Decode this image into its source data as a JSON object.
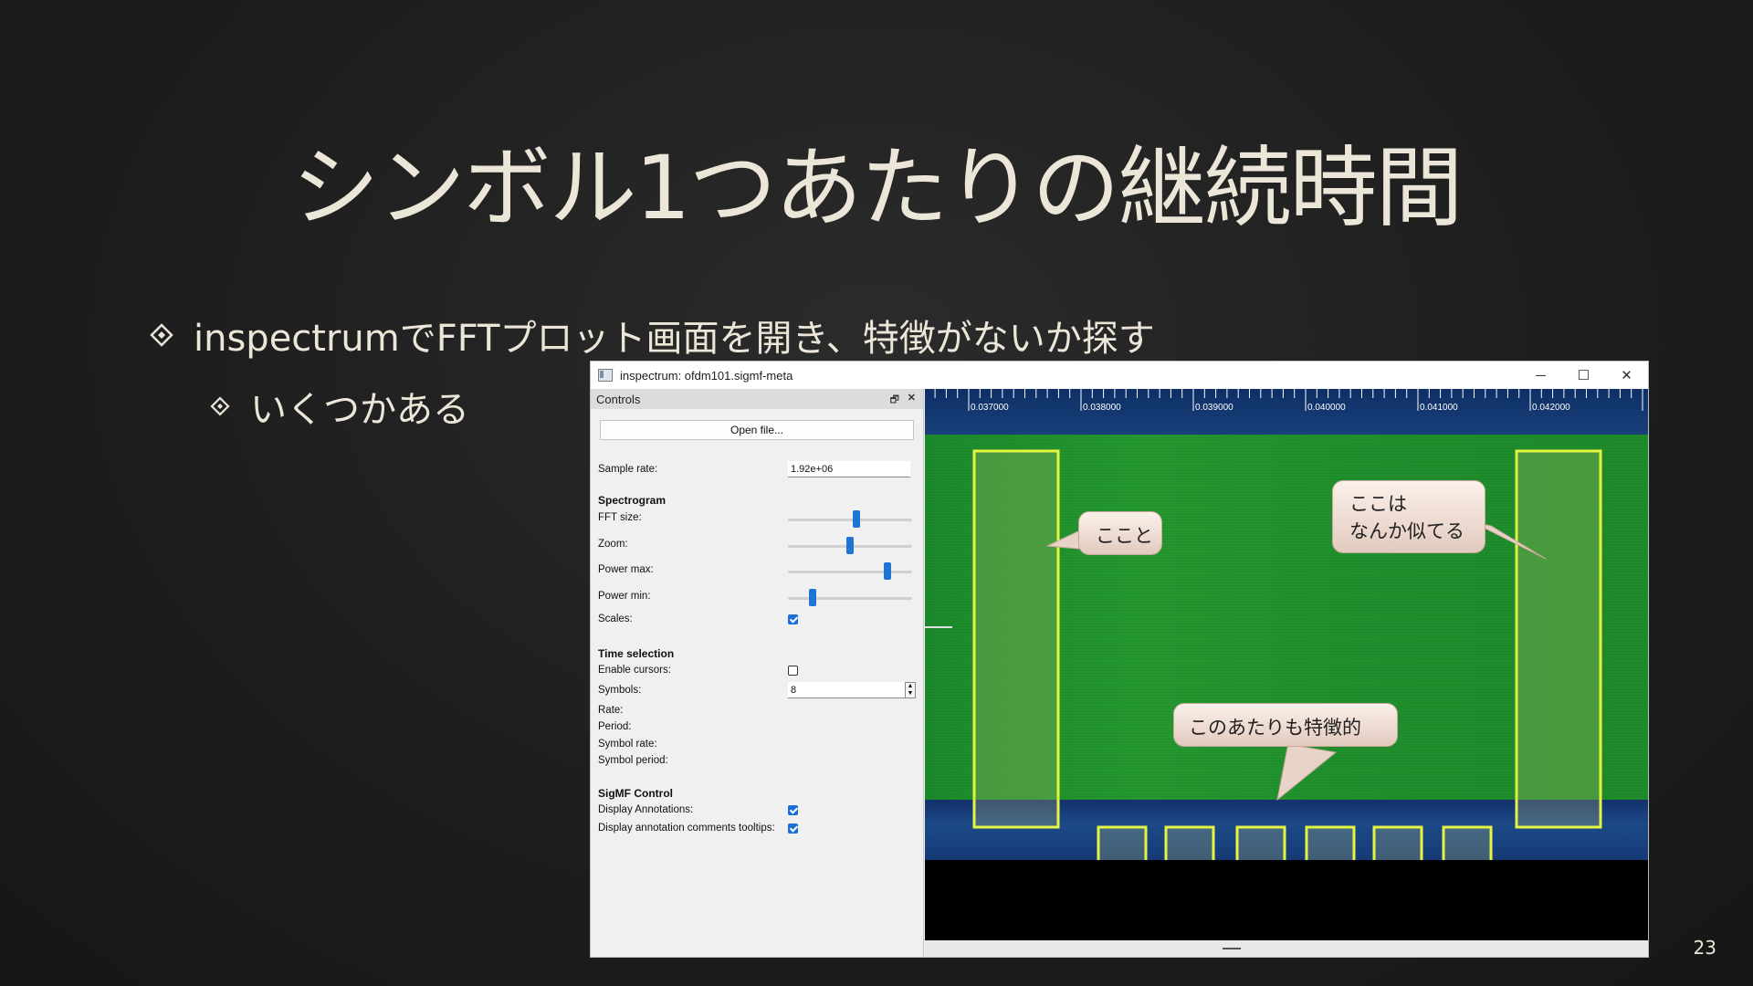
{
  "slide": {
    "title": "シンボル1つあたりの継続時間",
    "bullets": [
      "inspectrumでFFTプロット画面を開き、特徴がないか探す",
      "いくつかある"
    ],
    "page_number": "23"
  },
  "window": {
    "title": "inspectrum: ofdm101.sigmf-meta",
    "buttons": {
      "minimize": "─",
      "maximize": "☐",
      "close": "✕"
    }
  },
  "controls": {
    "panel_title": "Controls",
    "open_file_label": "Open file...",
    "sample_rate_label": "Sample rate:",
    "sample_rate_value": "1.92e+06",
    "spectrogram_header": "Spectrogram",
    "fft_size_label": "FFT size:",
    "fft_size_level": 0.55,
    "zoom_label": "Zoom:",
    "zoom_level": 0.5,
    "power_max_label": "Power max:",
    "power_max_level": 0.8,
    "power_min_label": "Power min:",
    "power_min_level": 0.2,
    "scales_label": "Scales:",
    "scales_checked": true,
    "time_selection_header": "Time selection",
    "enable_cursors_label": "Enable cursors:",
    "enable_cursors_checked": false,
    "symbols_label": "Symbols:",
    "symbols_value": "8",
    "rate_label": "Rate:",
    "period_label": "Period:",
    "symbol_rate_label": "Symbol rate:",
    "symbol_period_label": "Symbol period:",
    "sigmf_header": "SigMF Control",
    "display_annotations_label": "Display Annotations:",
    "display_annotations_checked": true,
    "display_tooltips_label": "Display annotation comments tooltips:",
    "display_tooltips_checked": true
  },
  "spectrogram": {
    "time_ticks": [
      "0.037000",
      "0.038000",
      "0.039000",
      "0.040000",
      "0.041000",
      "0.042000"
    ],
    "highlight_color": "#e6f542"
  },
  "callouts": {
    "koko_to": "ここと",
    "nanka_niteru": "ここは\nなんか似てる",
    "tokuchoteki": "このあたりも特徴的"
  }
}
